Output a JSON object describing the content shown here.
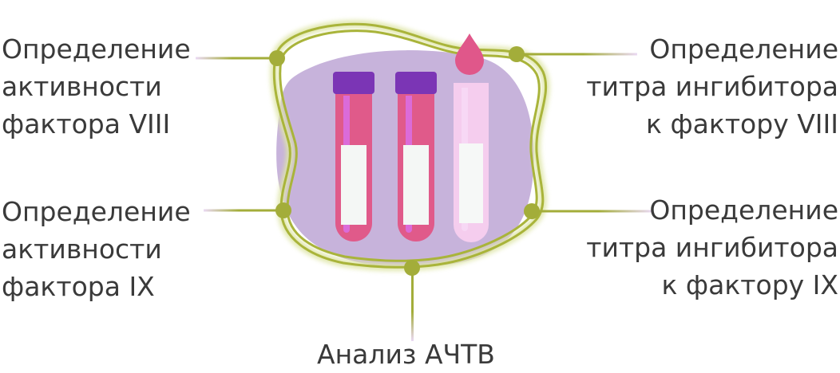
{
  "labels": {
    "factor_viii_activity": [
      "Определение",
      "активности",
      "фактора VIII"
    ],
    "factor_ix_activity": [
      "Определение",
      "активности",
      "фактора IX"
    ],
    "factor_viii_inhibitor": [
      "Определение",
      "титра ингибитора",
      "к фактору VIII"
    ],
    "factor_ix_inhibitor": [
      "Определение",
      "титра ингибитора",
      "к фактору IX"
    ],
    "aptt": "Анализ АЧТВ"
  },
  "colors": {
    "blob": "#c7b3db",
    "outline": "#a9b43a",
    "connector": "#a3ad3a",
    "connector_fade": "#ead9f3",
    "tube_body": "#e05a8a",
    "tube_cap": "#7b35b5",
    "tube_highlight": "#d96fe6",
    "label_band": "#f4f7f5",
    "empty_tube": "#f5cdee",
    "drop": "#e0578a",
    "text": "#3a3a3a"
  },
  "icons": [
    "blood-tube-icon",
    "blood-tube-icon",
    "empty-tube-icon",
    "blood-drop-icon"
  ]
}
